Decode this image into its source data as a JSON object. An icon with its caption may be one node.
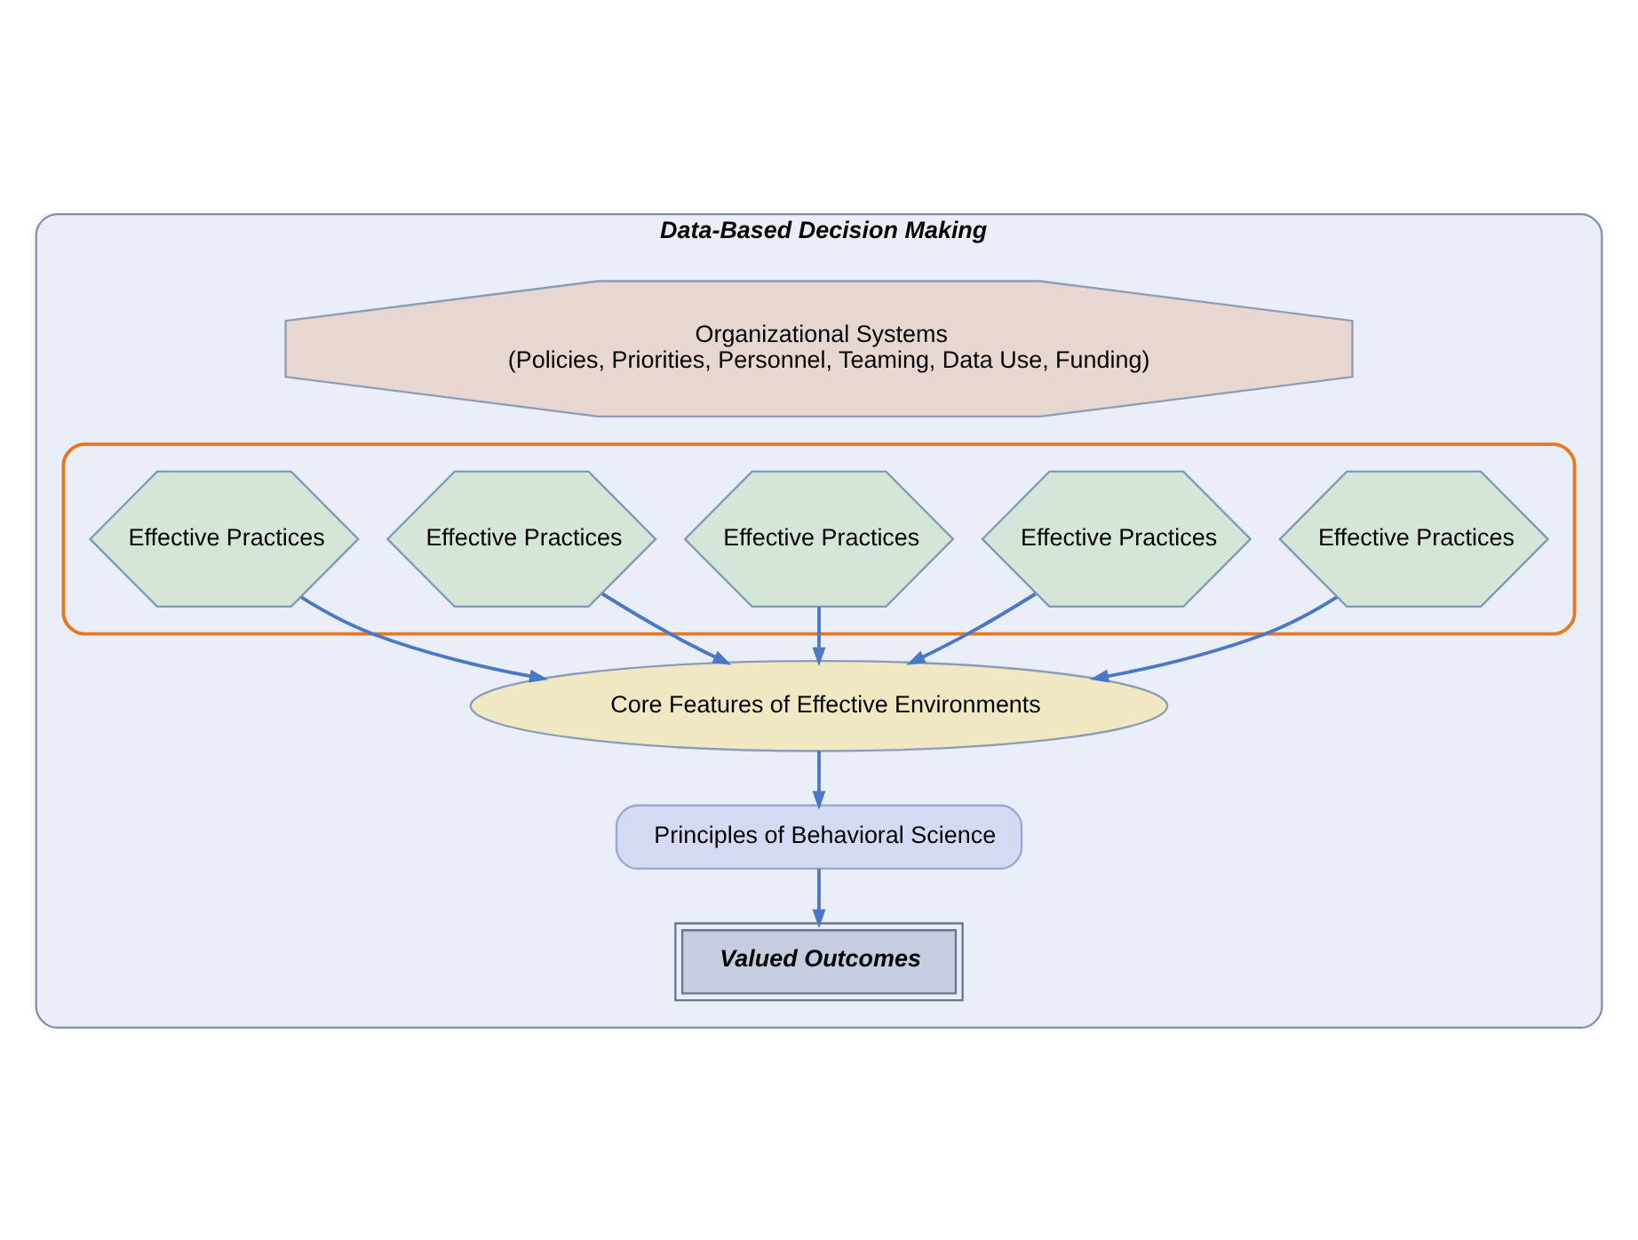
{
  "diagram": {
    "nodes": [
      {
        "text": [
          "Data-Based Decision Making"
        ]
      },
      {
        "text": [
          "Organizational Systems",
          "(Policies, Priorities, Personnel, Teaming, Data Use, Funding)"
        ],
        "in": 0
      },
      {
        "text": [],
        "shape": "box",
        "in": 0
      },
      {
        "text": [
          "Effective Practices"
        ],
        "in": 2
      },
      {
        "text": [
          "Effective Practices"
        ],
        "in": 2
      },
      {
        "text": [
          "Effective Practices"
        ],
        "in": 2
      },
      {
        "text": [
          "Effective Practices"
        ],
        "in": 2
      },
      {
        "text": [
          "Effective Practices"
        ],
        "in": 2
      },
      {
        "text": [
          "Core Features of Effective Environments"
        ],
        "in": 0
      },
      {
        "text": [
          "Principles of Behavioral Science"
        ],
        "in": 0
      },
      {
        "text": [
          "Valued Outcomes"
        ],
        "in": 0
      }
    ],
    "edges": [
      {
        "from": 3,
        "to": 8,
        "arrow": "to"
      },
      {
        "from": 4,
        "to": 8,
        "arrow": "to"
      },
      {
        "from": 5,
        "to": 8,
        "arrow": "to"
      },
      {
        "from": 6,
        "to": 8,
        "arrow": "to"
      },
      {
        "from": 7,
        "to": 8,
        "arrow": "to"
      },
      {
        "from": 8,
        "to": 9,
        "arrow": "to"
      },
      {
        "from": 9,
        "to": 10,
        "arrow": "to"
      }
    ]
  }
}
